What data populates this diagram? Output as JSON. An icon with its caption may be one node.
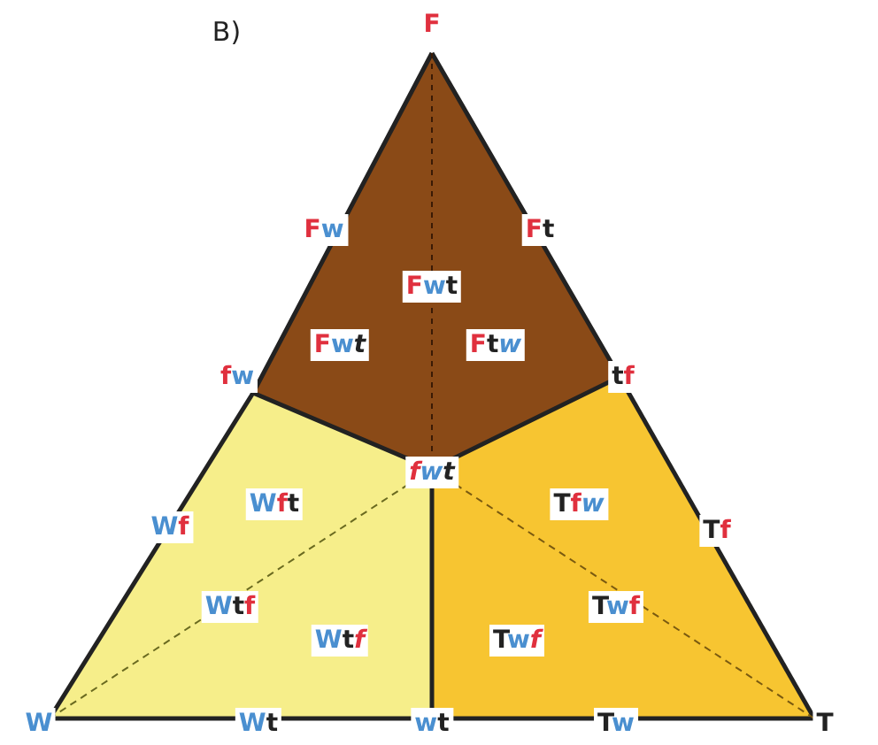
{
  "diagram": {
    "labels": [
      "B)",
      "F",
      "Fw",
      "Ft",
      "Fwt",
      "Fwt",
      "Ftw",
      "fw",
      "tf",
      "Wf",
      "Wft",
      "fwt",
      "Tfw",
      "Tf",
      "Wtf",
      "Twf",
      "Wtf",
      "Twf",
      "W",
      "Wt",
      "wt",
      "Tw",
      "T"
    ]
  }
}
